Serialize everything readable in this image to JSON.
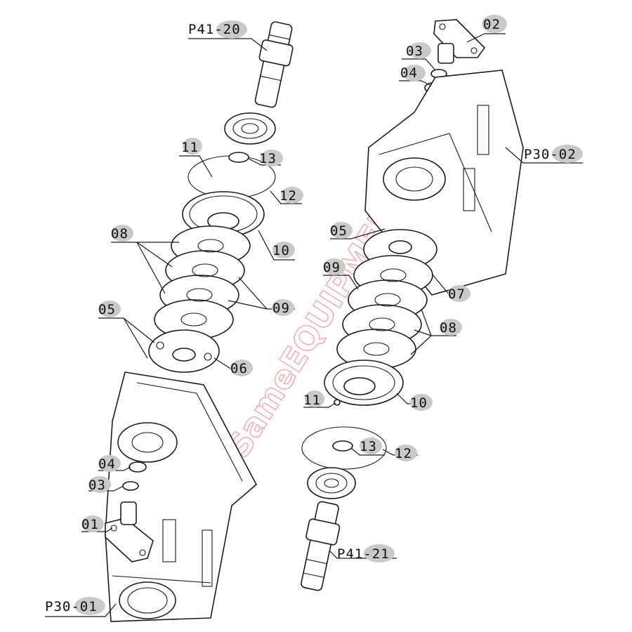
{
  "watermark": "SameEQUIPMENT",
  "colors": {
    "line": "#1a1a1a",
    "bubble": "#c9c9c9",
    "watermark": "#f4a0a0"
  },
  "callouts": [
    {
      "id": "c-p41-20",
      "text": "P41-20"
    },
    {
      "id": "c-02",
      "text": "02"
    },
    {
      "id": "c-03-top",
      "text": "03"
    },
    {
      "id": "c-04-top",
      "text": "04"
    },
    {
      "id": "c-p30-02",
      "text": "P30-02"
    },
    {
      "id": "c-11-left",
      "text": "11"
    },
    {
      "id": "c-13-left",
      "text": "13"
    },
    {
      "id": "c-12-left",
      "text": "12"
    },
    {
      "id": "c-05-right",
      "text": "05"
    },
    {
      "id": "c-08-left",
      "text": "08"
    },
    {
      "id": "c-10-left",
      "text": "10"
    },
    {
      "id": "c-09-right",
      "text": "09"
    },
    {
      "id": "c-07",
      "text": "07"
    },
    {
      "id": "c-09-left",
      "text": "09"
    },
    {
      "id": "c-05-left",
      "text": "05"
    },
    {
      "id": "c-08-right",
      "text": "08"
    },
    {
      "id": "c-06",
      "text": "06"
    },
    {
      "id": "c-11-right",
      "text": "11"
    },
    {
      "id": "c-10-right",
      "text": "10"
    },
    {
      "id": "c-13-right",
      "text": "13"
    },
    {
      "id": "c-12-right",
      "text": "12"
    },
    {
      "id": "c-04-bottom",
      "text": "04"
    },
    {
      "id": "c-03-bottom",
      "text": "03"
    },
    {
      "id": "c-01",
      "text": "01"
    },
    {
      "id": "c-p41-21",
      "text": "P41-21"
    },
    {
      "id": "c-p30-01",
      "text": "P30-01"
    }
  ]
}
